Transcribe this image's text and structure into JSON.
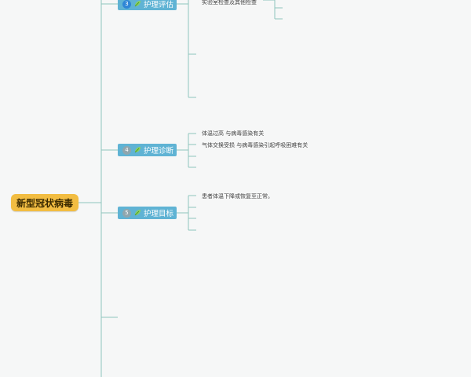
{
  "root": {
    "label": "新型冠状病毒"
  },
  "branches": [
    {
      "number": "3",
      "icon": "leaf-icon",
      "label": "护理评估",
      "active": true
    },
    {
      "number": "4",
      "icon": "leaf-icon",
      "label": "护理诊断",
      "active": false
    },
    {
      "number": "5",
      "icon": "leaf-icon",
      "label": "护理目标",
      "active": false
    }
  ],
  "assessment_items": {
    "top_item": "实验室检查及其他检查"
  },
  "diagnosis_items": [
    "体温过高 与病毒感染有关",
    "气体交换受损 与病毒感染引起呼吸困难有关"
  ],
  "goal_items": [
    "患者体温下降或恢复至正常。"
  ],
  "colors": {
    "root_bg": "#f2bd42",
    "branch_bg": "#5fb3d4",
    "connector": "#8fc4bd",
    "canvas_bg": "#f6f7f7"
  }
}
